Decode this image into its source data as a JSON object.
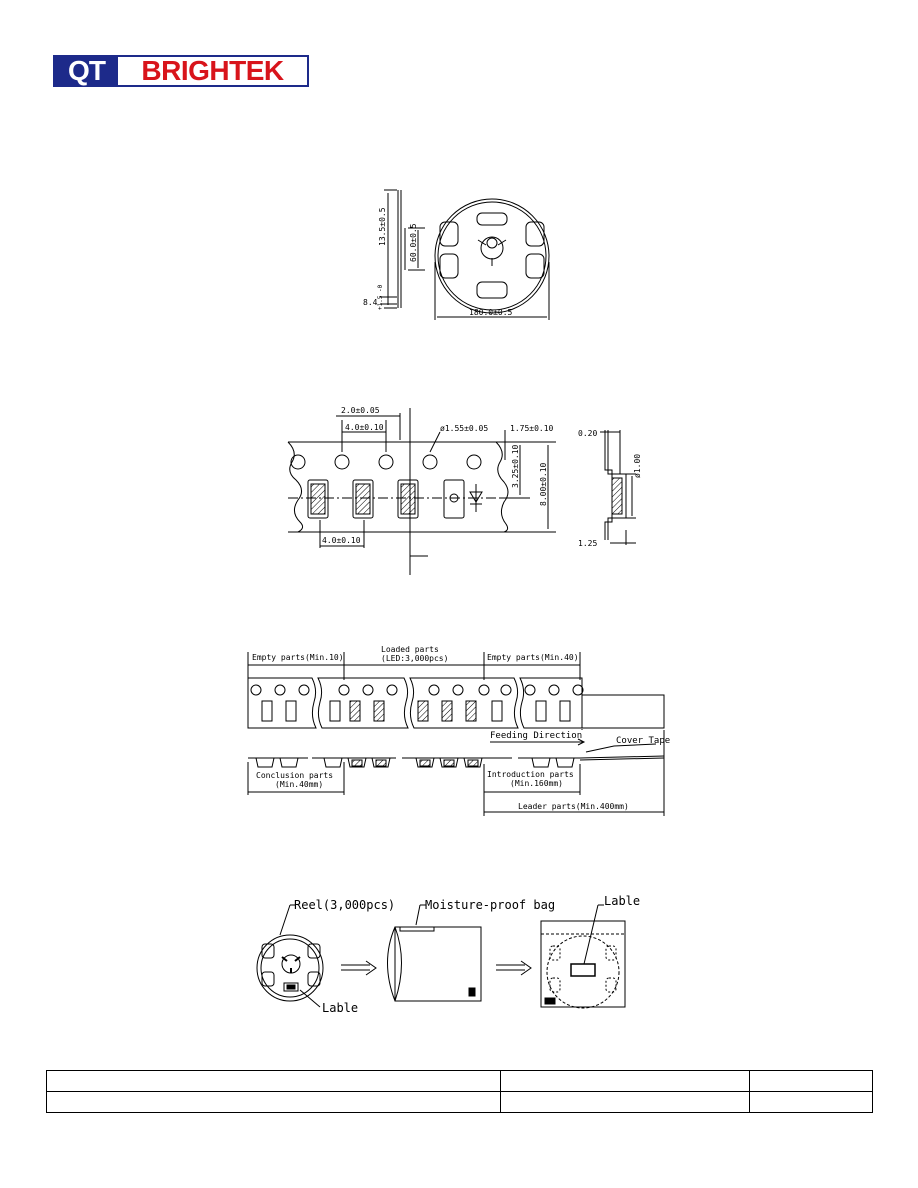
{
  "logo": {
    "qt": "QT",
    "brand": "BRIGHTEK"
  },
  "reel": {
    "dim_height": "13.5±0.5",
    "dim_hub": "60.0±0.5",
    "dim_width": "8.4",
    "dim_width_tol": "+1.5 -0",
    "dim_diameter": "180.0±0.5"
  },
  "tape": {
    "dim_pitch_half": "2.0±0.05",
    "dim_pitch": "4.0±0.10",
    "dim_hole": "ø1.55±0.05",
    "dim_edge": "1.75±0.10",
    "dim_center": "3.25±0.10",
    "dim_width": "8.00±0.10",
    "dim_pocket_pitch": "4.0±0.10",
    "dim_thickness": "0.20",
    "dim_pocket_hole": "ø1.00",
    "dim_depth": "1.25"
  },
  "leader": {
    "empty_top_left": "Empty parts(Min.10)",
    "loaded_line1": "Loaded parts",
    "loaded_line2": "(LED:3,000pcs)",
    "empty_top_right": "Empty parts(Min.40)",
    "feeding": "Feeding Direction",
    "cover_tape": "Cover Tape",
    "conclusion_line1": "Conclusion parts",
    "conclusion_line2": "(Min.40mm)",
    "intro_line1": "Introduction parts",
    "intro_line2": "(Min.160mm)",
    "leader_parts": "Leader parts(Min.400mm)"
  },
  "packing": {
    "reel_label": "Reel(3,000pcs)",
    "bag_label": "Moisture-proof bag",
    "label_top": "Lable",
    "label_bottom": "Lable"
  },
  "footer": {
    "rows": [
      [
        "",
        "",
        ""
      ],
      [
        "",
        "",
        ""
      ]
    ]
  }
}
